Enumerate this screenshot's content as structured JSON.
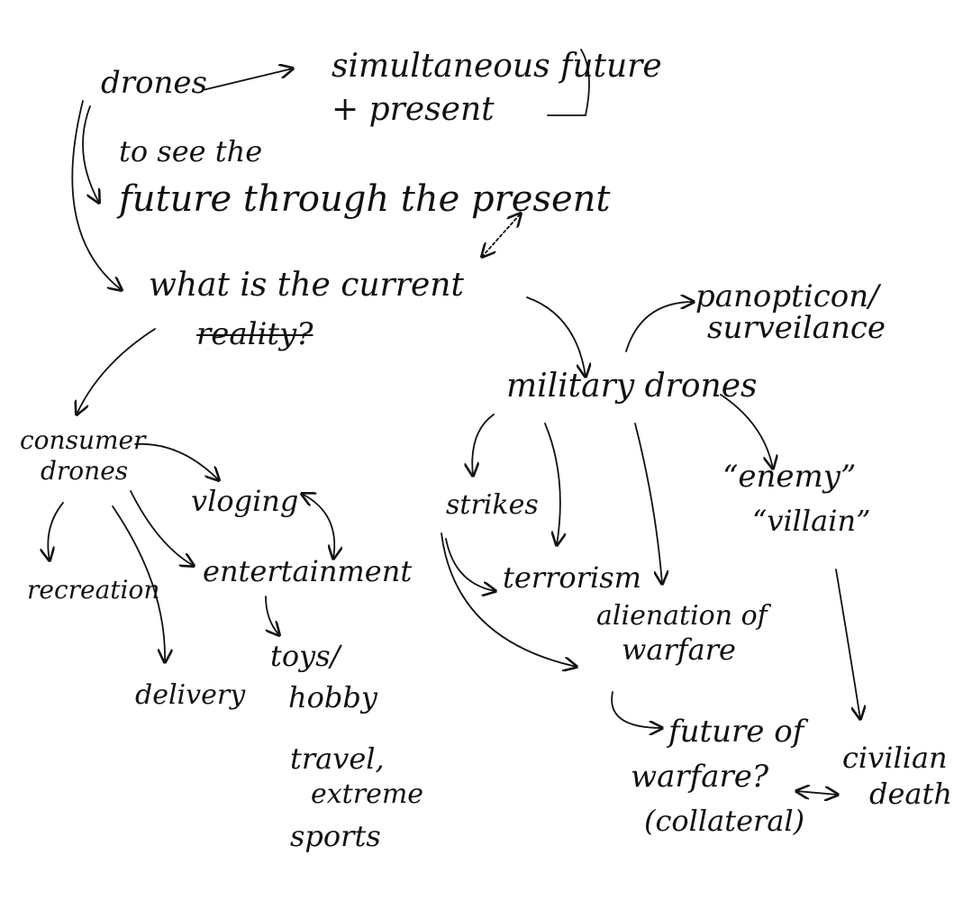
{
  "colors": {
    "ink": "#111111",
    "paper": "#ffffff"
  },
  "nodes": {
    "drones": "drones",
    "simultaneous": "simultaneous future",
    "present_top": "+ present",
    "to_see": "to see the",
    "future_through": "future through the present",
    "current": "what is the current",
    "reality": "reality?",
    "consumer1": "consumer",
    "consumer2": "drones",
    "vloging": "vloging",
    "recreation": "recreation",
    "entertainment": "entertainment",
    "delivery": "delivery",
    "toys": "toys/",
    "hobby": "hobby",
    "travel": "travel,",
    "extreme": "extreme",
    "sports": "sports",
    "panopticon1": "panopticon/",
    "panopticon2": "surveilance",
    "military": "military drones",
    "strikes": "strikes",
    "terrorism": "terrorism",
    "alienation1": "alienation of",
    "alienation2": "warfare",
    "enemy": "“enemy”",
    "villain": "“villain”",
    "future_warfare1": "future of",
    "future_warfare2": "warfare?",
    "collateral": "(collateral)",
    "civilian1": "civilian",
    "civilian2": "death"
  }
}
